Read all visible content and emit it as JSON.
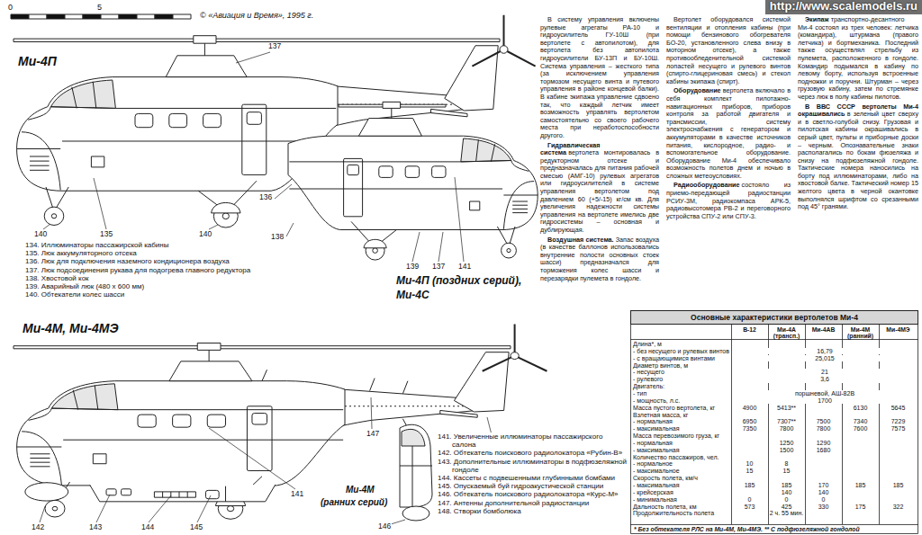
{
  "diagram": {
    "nodes": [
      {
        "text": [
          "Основные характеристики вертолетов Ми-4"
        ]
      }
    ],
    "labels": [
      "http://www.scalemodels.ru",
      "0",
      "5",
      "© «Авиация и Время», 1995 г.",
      "Ми-4П",
      "137",
      "140",
      "135",
      "140",
      "136",
      "138",
      "139",
      "137",
      "141",
      "Ми-4П (поздних серий),",
      "Ми-4С",
      "134. Иллюминаторы пассажирской кабины",
      "135. Люк аккумуляторного отсека",
      "136. Люк для подключения наземного кондиционера воздуха",
      "137. Люк подсоединения рукава для подогрева главного редуктора",
      "138. Хвостовой кок",
      "139. Аварийный люк (480 х 600 мм)",
      "140. Обтекатели колес шасси",
      "Ми-4М, Ми-4МЭ",
      "142",
      "143",
      "144",
      "145",
      "141",
      "147",
      "147",
      "Ми-4М",
      "(ранних серий)",
      "146",
      "141. Увеличенные иллюминаторы пассажирского салона",
      "142. Обтекатель поискового радиолокатора «Рубин-В»",
      "143. Дополнительные иллюминаторы в подфюзеляжной гондоле",
      "144. Кассеты с подвешенными глубинными бомбами",
      "145. Опускаемый буй гидроакустической станции",
      "146. Обтекатель поискового радиолокатора «Курс-М»",
      "147. Антенны дополнительной радиостанции",
      "148. Створки бомболюка",
      "В систему управления включены рулевые агрегаты РА-10 и гидроусилитель ГУ-10Ш (при вертолете с автопилотом), для вертолета без автопилота гидроусилители БУ-13П и БУ-10Ш. Система управления – жесткого типа (за исключением управления тормозом несущего винта и путевого управления в районе концевой балки). В кабине экипажа управление сдвоено так, что каждый летчик имеет возможность управлять вертолетом самостоятельно со своего рабочего места при неработоспособности другого.",
      "Гидравлическая система",
      "вертолета монтировалась в редукторном отсеке и предназначалась для питания рабочей смесью (АМГ-10) рулевых агрегатов или гидроусилителей в системе управления вертолетом под давлением 60 (+5/-15) кг/см кв. Для увеличения надежности системы управления на вертолете имелись две гидросистемы – основная и дублирующая.",
      "Воздушная система.",
      "Запас воздуха (в качестве баллонов использовались внутренние полости основных стоек шасси) предназначался для торможения колес шасси и перезарядки пулемета в гондоле.",
      "Вертолет оборудовался системой вентиляции и отопления кабины (при помощи бензинового обогревателя БО-20, установленного слева внизу в моторном отсеке), а также противообледенительной системой лопастей несущего и рулевого винтов (спирто-глицериновая смесь) и стекол кабины экипажа (спирт).",
      "Оборудование",
      "вертолета включало в себя комплект пилотажно-навигационных приборов, приборов контроля за работой двигателя и трансмиссии, систему электроснабжения с генератором и аккумуляторами в качестве источников питания, кислородное, радио- и вспомогательное оборудование. Оборудование Ми-4 обеспечивало возможность полетов днем и ночью в сложных метеоусловиях.",
      "Радиооборудование",
      "состояло из приемо-передающей радиостанции РСИУ-3М, радиокомпаса АРК-5, радиовысотомера РВ-2 и переговорного устройства СПУ-2 или СПУ-3.",
      "Экипаж",
      "транспортно-десантного Ми-4 состоял из трех человек: летчика (командира), штурмана (правого летчика) и бортмеханика. Последний также осуществлял стрельбу из пулемета, расположенного в гондоле. Командир подымался в кабину по левому борту, используя встроенные подножки и поручни. Штурман – через грузовую кабину, затем по стремянке через люк в полу кабины пилотов.",
      "В ВВС СССР вертолеты Ми-4 окрашивались",
      "в зеленый цвет сверху и в светло-голубой снизу. Грузовая и пилотская кабины окрашивались в серый цвет, пульты и приборные доски – черным. Опознавательные знаки располагались по бокам фюзеляжа и снизу на подфюзеляжной гондоле. Тактические номера наносились на борту под иллюминаторами, либо на хвостовой балке. Тактический номер 15 желтого цвета в черной окантовке выполнялся шрифтом со срезанными под 45° гранями.",
      "В-12",
      "Ми-4А (трансп.)",
      "Ми-4АВ",
      "Ми-4М (ранний)",
      "Ми-4МЭ",
      "Длина*, м",
      "- без несущего и рулевых винтов",
      "16,79",
      "- с вращающимися винтами",
      "25,015",
      "Диаметр винтов, м",
      "- несущего",
      "21",
      "- рулевого",
      "3,6",
      "Двигатель:",
      "- тип",
      "поршневой, АШ-82В",
      "- мощность, л.с.",
      "1700",
      "Масса пустого вертолета, кг",
      "4900",
      "5413**",
      "6130",
      "5645",
      "Взлетная масса, кг",
      "- нормальная",
      "6950",
      "7307**",
      "7500",
      "7340",
      "7229",
      "- максимальная",
      "7350",
      "7800",
      "7800",
      "7600",
      "7575",
      "Масса перевозимого груза, кг",
      "- нормальная",
      "1250",
      "1290",
      "- максимальная",
      "1500",
      "1680",
      "Количество пассажиров, чел.",
      "- нормальное",
      "10",
      "8",
      "- максимальное",
      "15",
      "15",
      "Скорость полета, км/ч",
      "- максимальная",
      "185",
      "185",
      "170",
      "185",
      "185",
      "- крейсерская",
      "140",
      "140",
      "- минимальная",
      "0",
      "0",
      "0",
      "Дальность полета, км",
      "573",
      "425",
      "330",
      "175",
      "322",
      "Продолжительность полета",
      "2 ч. 55 мин.",
      "* Без обтекателя РЛС на Ми-4М, Ми-4МЭ. ** С подфюзеляжной гондолой"
    ]
  }
}
